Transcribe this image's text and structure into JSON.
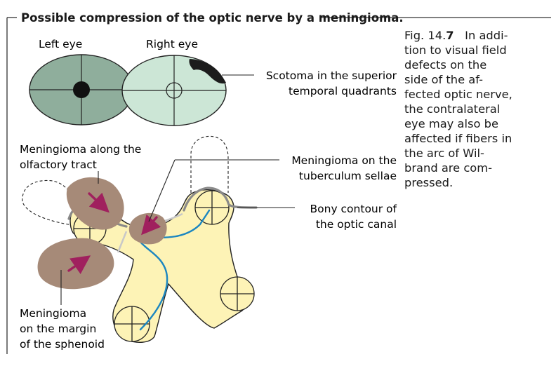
{
  "title": "Possible compression of the optic nerve by a meningioma.",
  "eyes": {
    "left_label": "Left eye",
    "right_label": "Right eye"
  },
  "labels": {
    "scotoma_line1": "Scotoma in the superior",
    "scotoma_line2": "temporal quadrants",
    "olfactory_line1": "Meningioma along the",
    "olfactory_line2": "olfactory tract",
    "tuberculum_line1": "Meningioma on the",
    "tuberculum_line2": "tuberculum sellae",
    "bony_line1": "Bony contour of",
    "bony_line2": "the optic canal",
    "sphenoid_line1": "Meningioma",
    "sphenoid_line2": "on the margin",
    "sphenoid_line3": "of the sphenoid"
  },
  "caption": {
    "fig_prefix": "Fig. 14.",
    "fig_number": "7",
    "lines": [
      "In addi-",
      "tion to visual field",
      "defects on the",
      "side of the af-",
      "fected optic nerve,",
      "the contralateral",
      "eye may also be",
      "affected if fibers in",
      "the arc of Wil-",
      "brand are com-",
      "pressed."
    ]
  },
  "colors": {
    "left_eye_fill": "#8fae9c",
    "right_eye_fill": "#cce6d6",
    "scotoma": "#1c1c1c",
    "chiasm_fill": "#fdf3b6",
    "meningioma_fill": "#a68a78",
    "arrow": "#a0205e",
    "fiber": "#1b86c0",
    "bone": "#8a8a8a",
    "frame": "#333333"
  }
}
